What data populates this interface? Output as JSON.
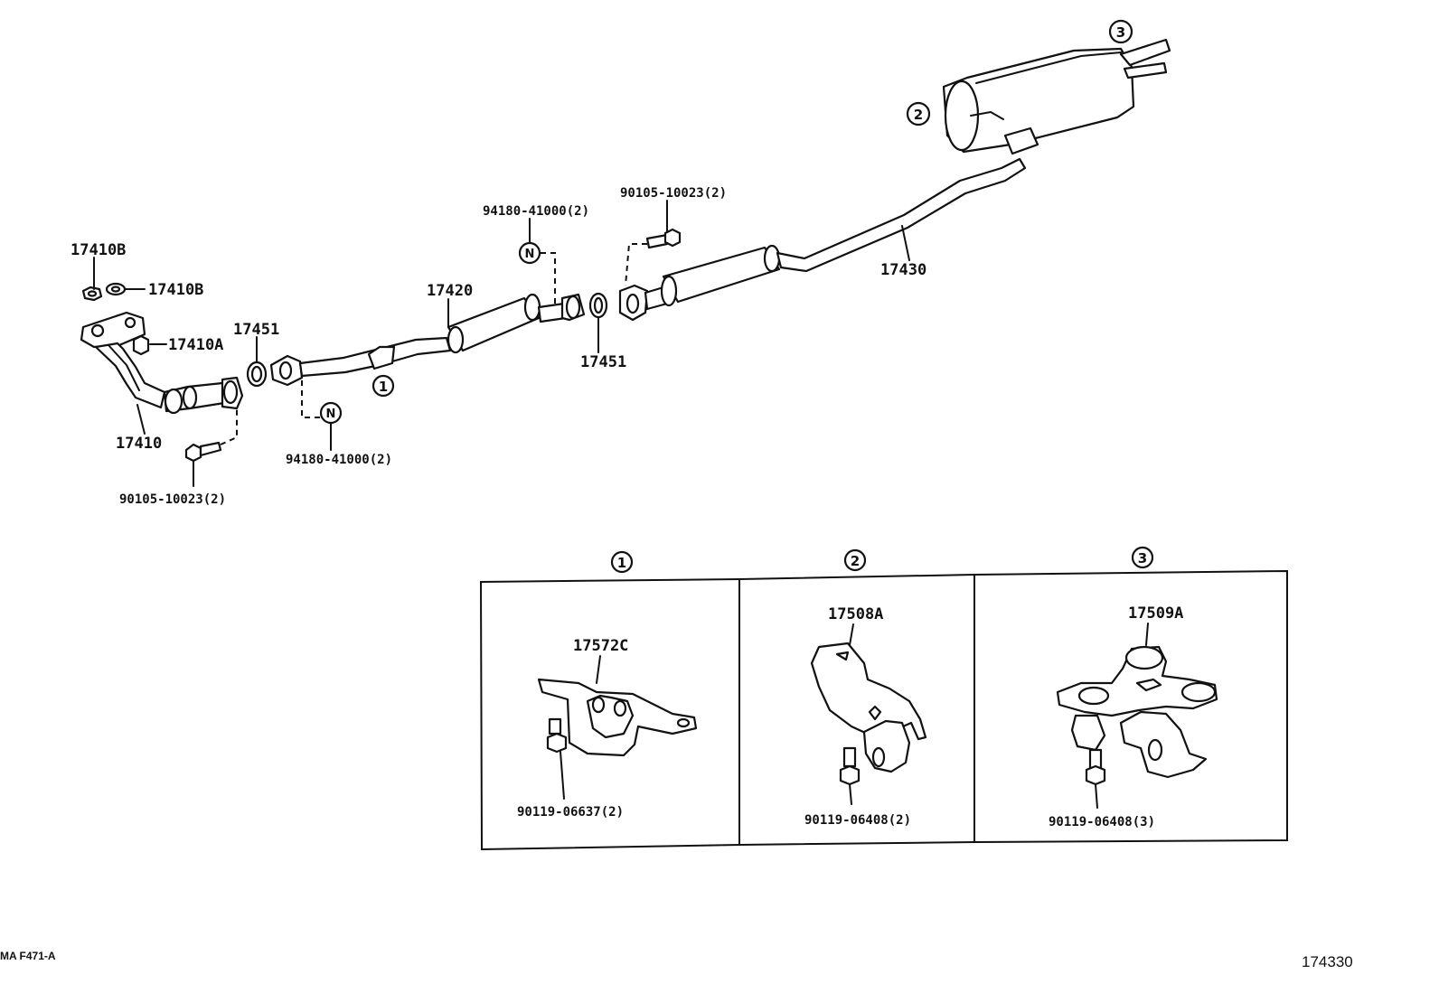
{
  "labels": {
    "p17410B_top": "17410B",
    "p17410B_right": "17410B",
    "p17410A": "17410A",
    "p17410": "17410",
    "p17451_left": "17451",
    "p90105_left": "90105-10023(2)",
    "p94180_lower": "94180-41000(2)",
    "p17420": "17420",
    "p94180_upper": "94180-41000(2)",
    "p17451_right": "17451",
    "p90105_right": "90105-10023(2)",
    "p17430": "17430"
  },
  "callouts": {
    "c1_main": "1",
    "c2_main": "2",
    "c3_main": "3",
    "n_upper": "N",
    "n_lower": "N"
  },
  "detail_panels": [
    {
      "callout": "1",
      "part": "17572C",
      "bolt": "90119-06637(2)"
    },
    {
      "callout": "2",
      "part": "17508A",
      "bolt": "90119-06408(2)"
    },
    {
      "callout": "3",
      "part": "17509A",
      "bolt": "90119-06408(3)"
    }
  ],
  "footer": {
    "left_code": "MA F471-A",
    "right_code": "174330"
  }
}
